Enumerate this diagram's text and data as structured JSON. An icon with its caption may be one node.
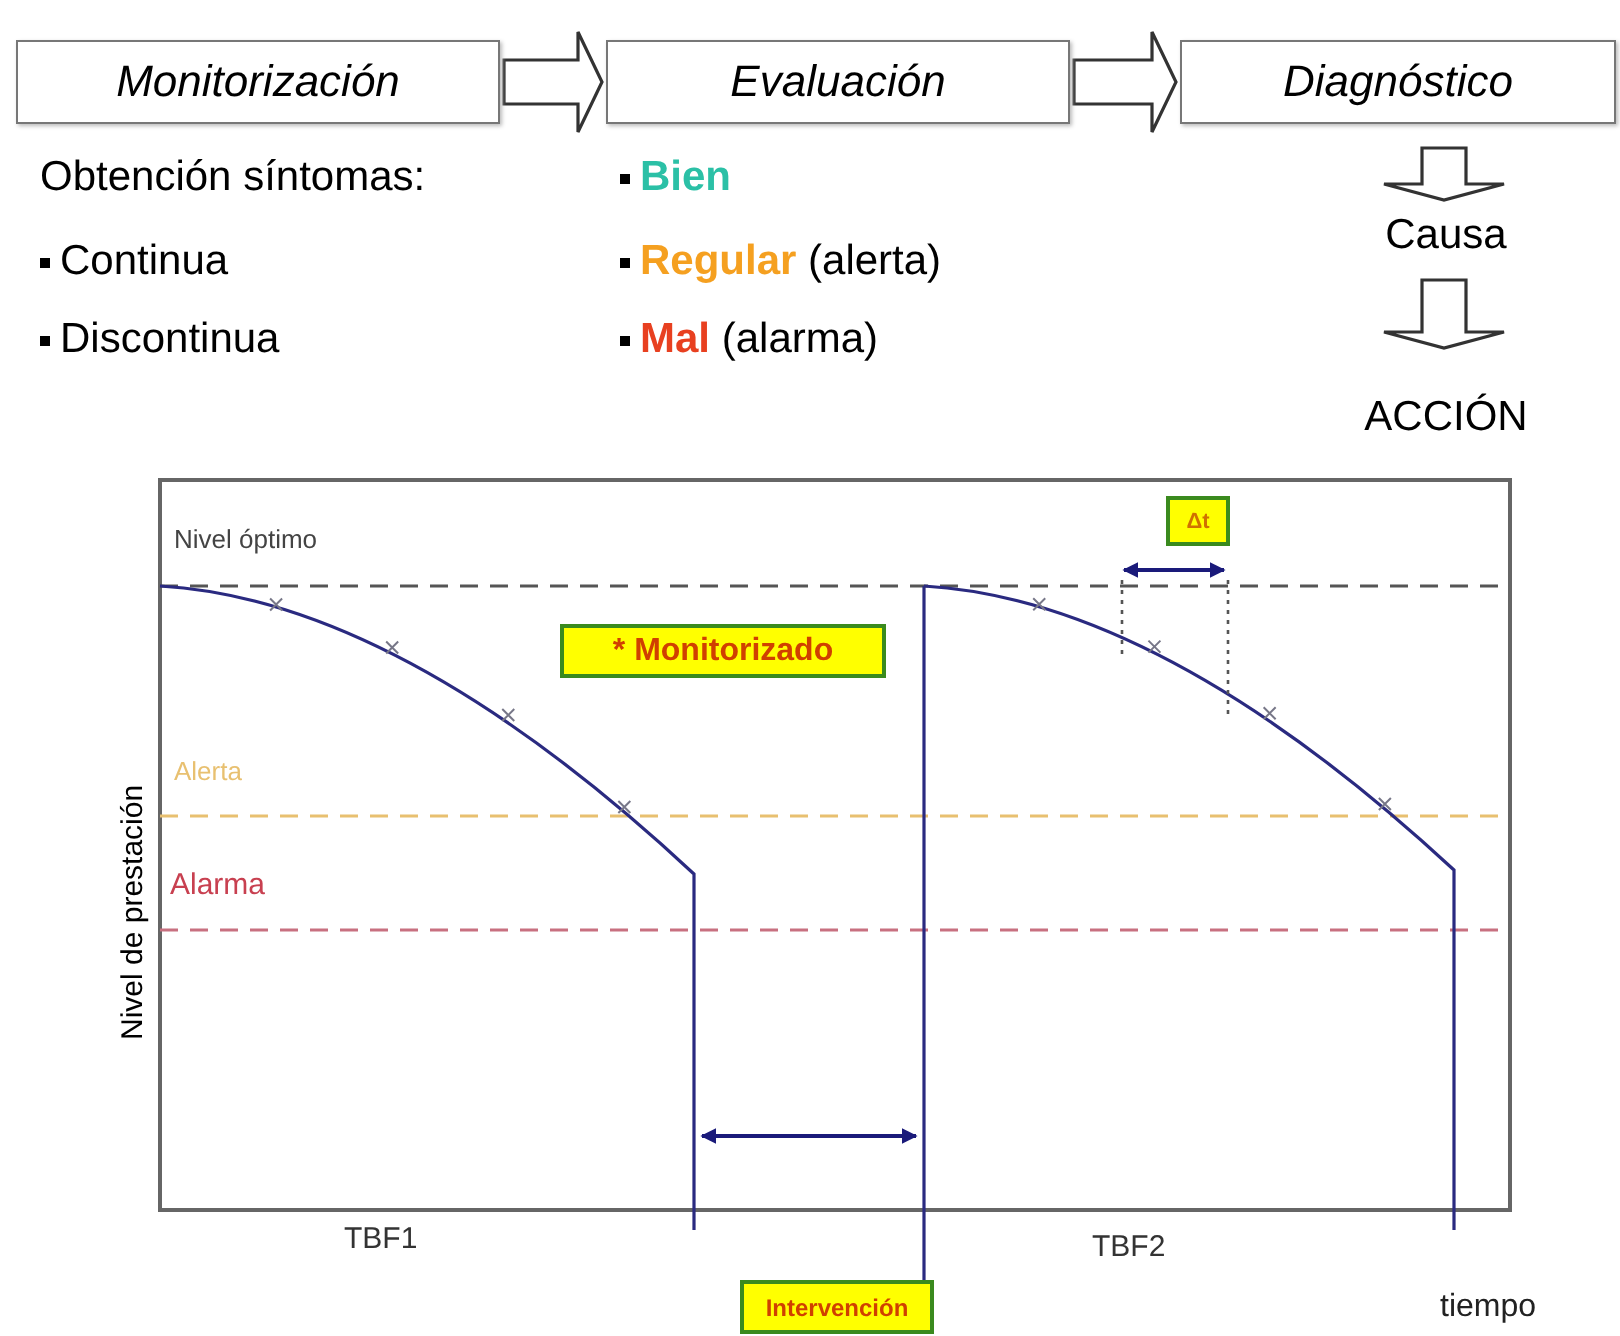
{
  "diagram": {
    "nodes": [
      {
        "text": [
          "Monitorización"
        ]
      },
      {
        "text": [
          "Evaluación"
        ]
      },
      {
        "text": [
          "Diagnóstico"
        ]
      },
      {
        "text": [
          "Causa"
        ]
      },
      {
        "text": [
          "ACCIÓN"
        ]
      },
      {
        "text": [
          "Δt"
        ]
      },
      {
        "text": [
          "* Monitorizado"
        ]
      },
      {
        "text": [
          "Intervención"
        ]
      }
    ],
    "edges": [
      {
        "from": 0,
        "to": 1,
        "arrow": "to"
      },
      {
        "from": 1,
        "to": 2,
        "arrow": "to"
      },
      {
        "from": 2,
        "to": 3,
        "arrow": "to"
      },
      {
        "from": 3,
        "to": 4,
        "arrow": "to"
      }
    ],
    "labels": [
      "Obtención síntomas:",
      "Continua",
      "Discontinua",
      "**Bien**",
      "**Regular** (alerta)",
      "**Mal** (alarma)",
      "Nivel óptimo",
      "Alerta",
      "Alarma",
      "Nivel de prestación",
      "TBF1",
      "TBF2",
      "tiempo"
    ]
  }
}
